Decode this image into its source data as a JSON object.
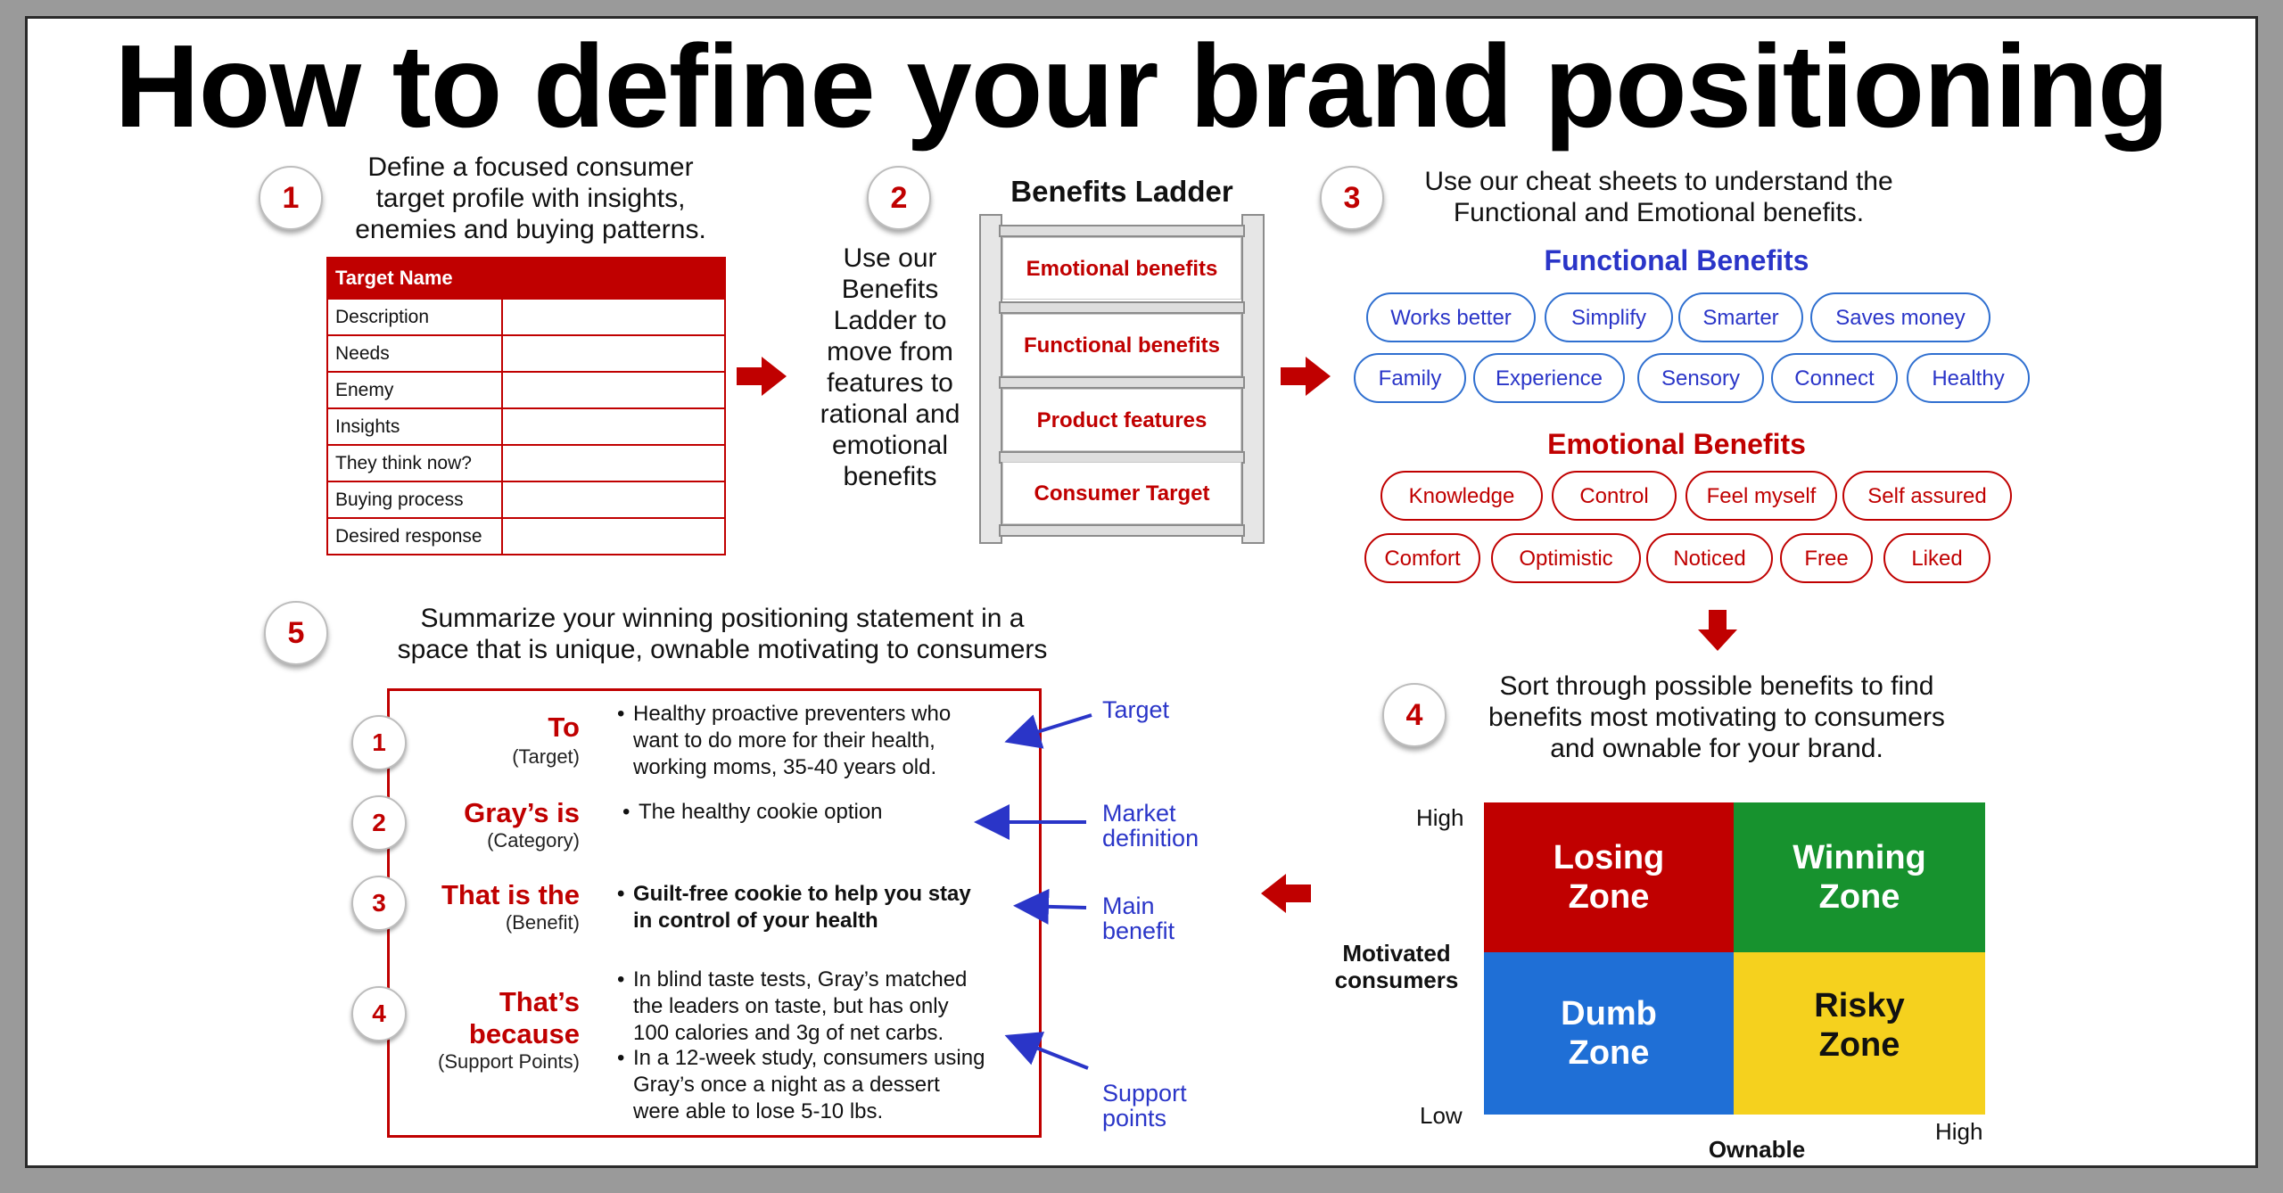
{
  "title": "How to define your brand positioning",
  "step1": {
    "num": "1",
    "text": [
      "Define a focused consumer",
      "target profile with insights,",
      "enemies and buying patterns."
    ],
    "table_header": "Target Name",
    "rows": [
      "Description",
      "Needs",
      "Enemy",
      "Insights",
      "They think now?",
      "Buying process",
      "Desired response"
    ]
  },
  "step2": {
    "num": "2",
    "text": [
      "Use our",
      "Benefits",
      "Ladder to",
      "move from",
      "features to",
      "rational and",
      "emotional",
      "benefits"
    ],
    "ladder_title": "Benefits Ladder",
    "ladder": [
      "Emotional benefits",
      "Functional benefits",
      "Product features",
      "Consumer Target"
    ]
  },
  "step3": {
    "num": "3",
    "text": [
      "Use our cheat sheets to understand the",
      "Functional and Emotional benefits."
    ],
    "functional_title": "Functional Benefits",
    "functional": [
      "Works better",
      "Simplify",
      "Smarter",
      "Saves money",
      "Family",
      "Experience",
      "Sensory",
      "Connect",
      "Healthy"
    ],
    "emotional_title": "Emotional Benefits",
    "emotional": [
      "Knowledge",
      "Control",
      "Feel myself",
      "Self assured",
      "Comfort",
      "Optimistic",
      "Noticed",
      "Free",
      "Liked"
    ]
  },
  "step4": {
    "num": "4",
    "text": [
      "Sort through possible benefits to find",
      "benefits most motivating to consumers",
      "and ownable for your brand."
    ],
    "y_high": "High",
    "y_low": "Low",
    "y_label": [
      "Motivated",
      "consumers"
    ],
    "x_high": "High",
    "x_label": "Ownable",
    "quadrants": [
      {
        "label": [
          "Losing",
          "Zone"
        ],
        "color": "#c00000"
      },
      {
        "label": [
          "Winning",
          "Zone"
        ],
        "color": "#17922e"
      },
      {
        "label": [
          "Dumb",
          "Zone"
        ],
        "color": "#1f6fd6"
      },
      {
        "label": [
          "Risky",
          "Zone"
        ],
        "color": "#f5d11e"
      }
    ]
  },
  "step5": {
    "num": "5",
    "text": [
      "Summarize your winning positioning statement in a",
      "space that is unique, ownable motivating to consumers"
    ],
    "statement": [
      {
        "num": "1",
        "label": [
          "To"
        ],
        "sub": "(Target)",
        "bullets": [
          [
            "Healthy proactive preventers who",
            "want to do more for their health,",
            "working moms, 35-40 years old."
          ]
        ],
        "bold": false,
        "annotation": [
          "Target"
        ]
      },
      {
        "num": "2",
        "label": [
          "Gray’s is"
        ],
        "sub": "(Category)",
        "bullets": [
          [
            "The healthy cookie option"
          ]
        ],
        "bold": false,
        "annotation": [
          "Market",
          "definition"
        ]
      },
      {
        "num": "3",
        "label": [
          "That is the"
        ],
        "sub": "(Benefit)",
        "bullets": [
          [
            "Guilt-free cookie to help you stay",
            "in control of your health"
          ]
        ],
        "bold": true,
        "annotation": [
          "Main",
          "benefit"
        ]
      },
      {
        "num": "4",
        "label": [
          "That’s",
          "because"
        ],
        "sub": "(Support Points)",
        "bullets": [
          [
            "In blind taste tests, Gray’s matched",
            "the leaders on taste, but has only",
            "100 calories and 3g of net carbs."
          ],
          [
            "In a 12-week study, consumers using",
            "Gray’s once a night as a dessert",
            "were able to lose 5-10 lbs."
          ]
        ],
        "bold": false,
        "annotation": [
          "Support",
          "points"
        ]
      }
    ]
  },
  "colors": {
    "red": "#c00000",
    "blue": "#2a35c8",
    "green": "#17922e",
    "yellow": "#f5d11e",
    "mid_blue": "#1f6fd6"
  }
}
